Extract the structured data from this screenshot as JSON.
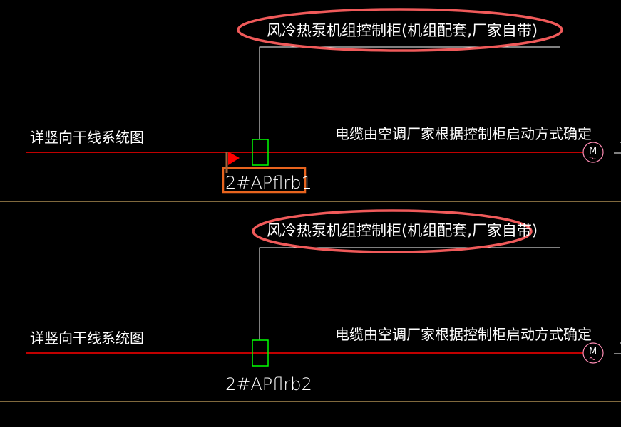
{
  "panels": [
    {
      "cabinet_title": "风冷热泵机组控制柜(机组配套,厂家自带)",
      "left_note": "详竖向干线系统图",
      "cable_note": "电缆由空调厂家根据控制柜启动方式确定",
      "panel_label": "2#APflrb1",
      "motor_symbol": "M",
      "selected": true
    },
    {
      "cabinet_title": "风冷热泵机组控制柜(机组配套,厂家自带)",
      "left_note": "详竖向干线系统图",
      "cable_note": "电缆由空调厂家根据控制柜启动方式确定",
      "panel_label": "2#APflrb2",
      "motor_symbol": "M",
      "selected": false
    }
  ],
  "colors": {
    "background": "#000000",
    "feeder_line": "#ff0000",
    "cabinet_box": "#00ff00",
    "highlight_ellipse": "#f05a5a",
    "selection_box": "#e8641e",
    "separator": "#ffd27a",
    "motor_circle": "#ff8cb4"
  }
}
